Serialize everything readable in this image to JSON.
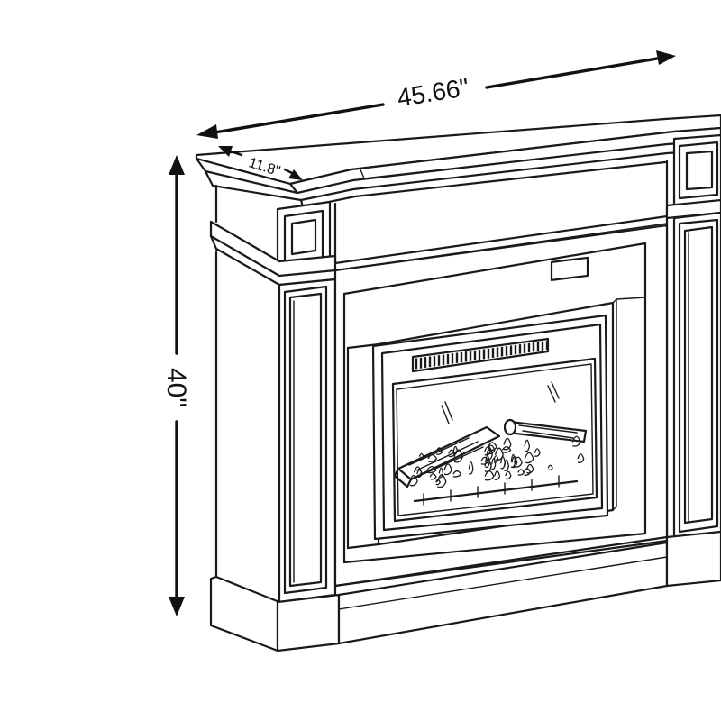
{
  "diagram": {
    "subject": "electric fireplace with mantel",
    "dimensions": {
      "width": "45.66\"",
      "depth": "11.8\"",
      "height": "40\""
    },
    "colors": {
      "line": "#1a1a1a",
      "background": "#ffffff"
    }
  }
}
